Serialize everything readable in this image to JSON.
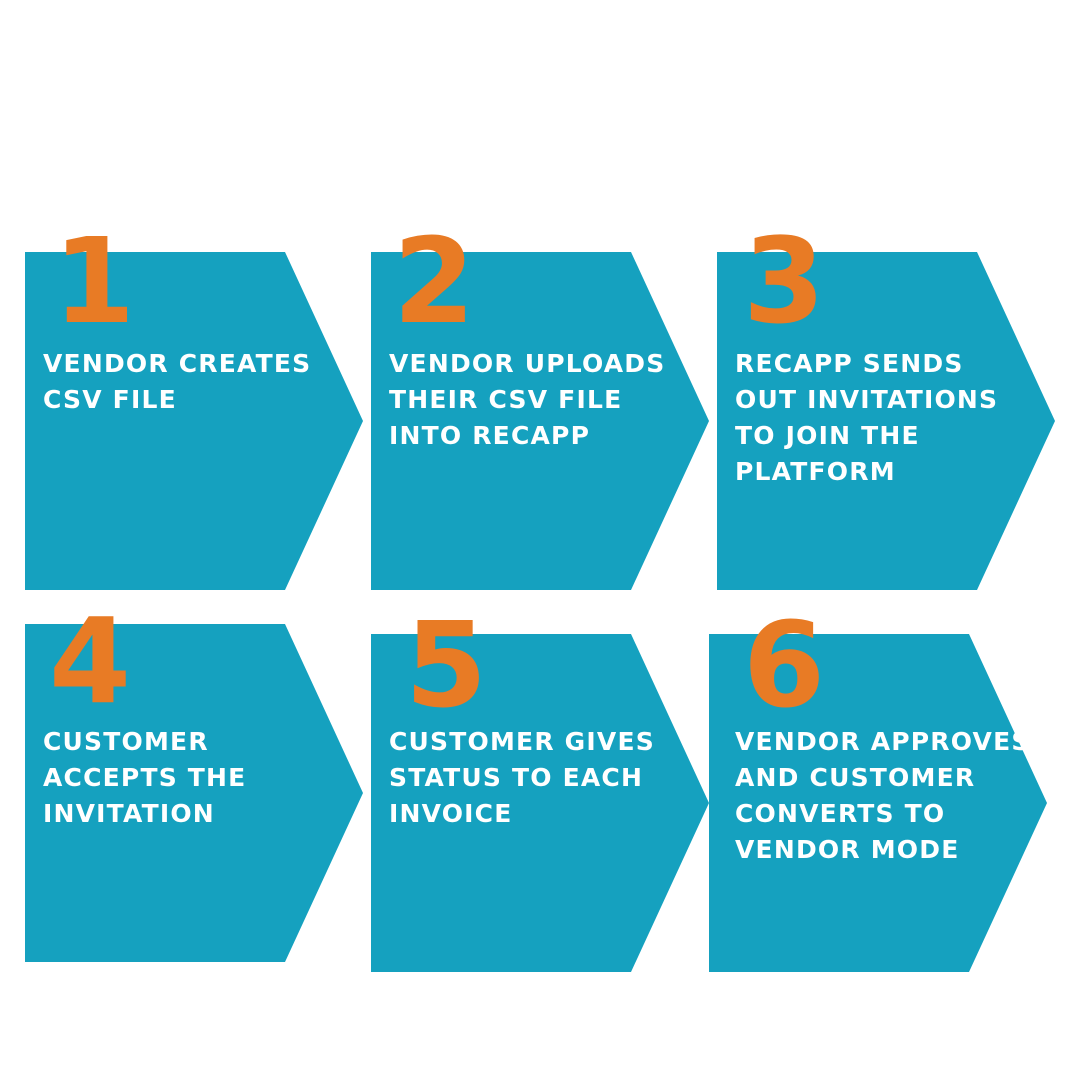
{
  "colors": {
    "shape_fill": "#15a1bf",
    "number_color": "#e87b25",
    "text_color": "#ffffff",
    "background": "#ffffff"
  },
  "steps": [
    {
      "number": "1",
      "text": "VENDOR CREATES CSV FILE"
    },
    {
      "number": "2",
      "text": "VENDOR UPLOADS THEIR CSV FILE INTO RECAPP"
    },
    {
      "number": "3",
      "text": "RECAPP SENDS OUT INVITATIONS TO JOIN THE PLATFORM"
    },
    {
      "number": "4",
      "text": "CUSTOMER ACCEPTS THE INVITATION"
    },
    {
      "number": "5",
      "text": "CUSTOMER GIVES STATUS TO EACH INVOICE"
    },
    {
      "number": "6",
      "text": "VENDOR APPROVES AND CUSTOMER CONVERTS TO VENDOR MODE"
    }
  ]
}
